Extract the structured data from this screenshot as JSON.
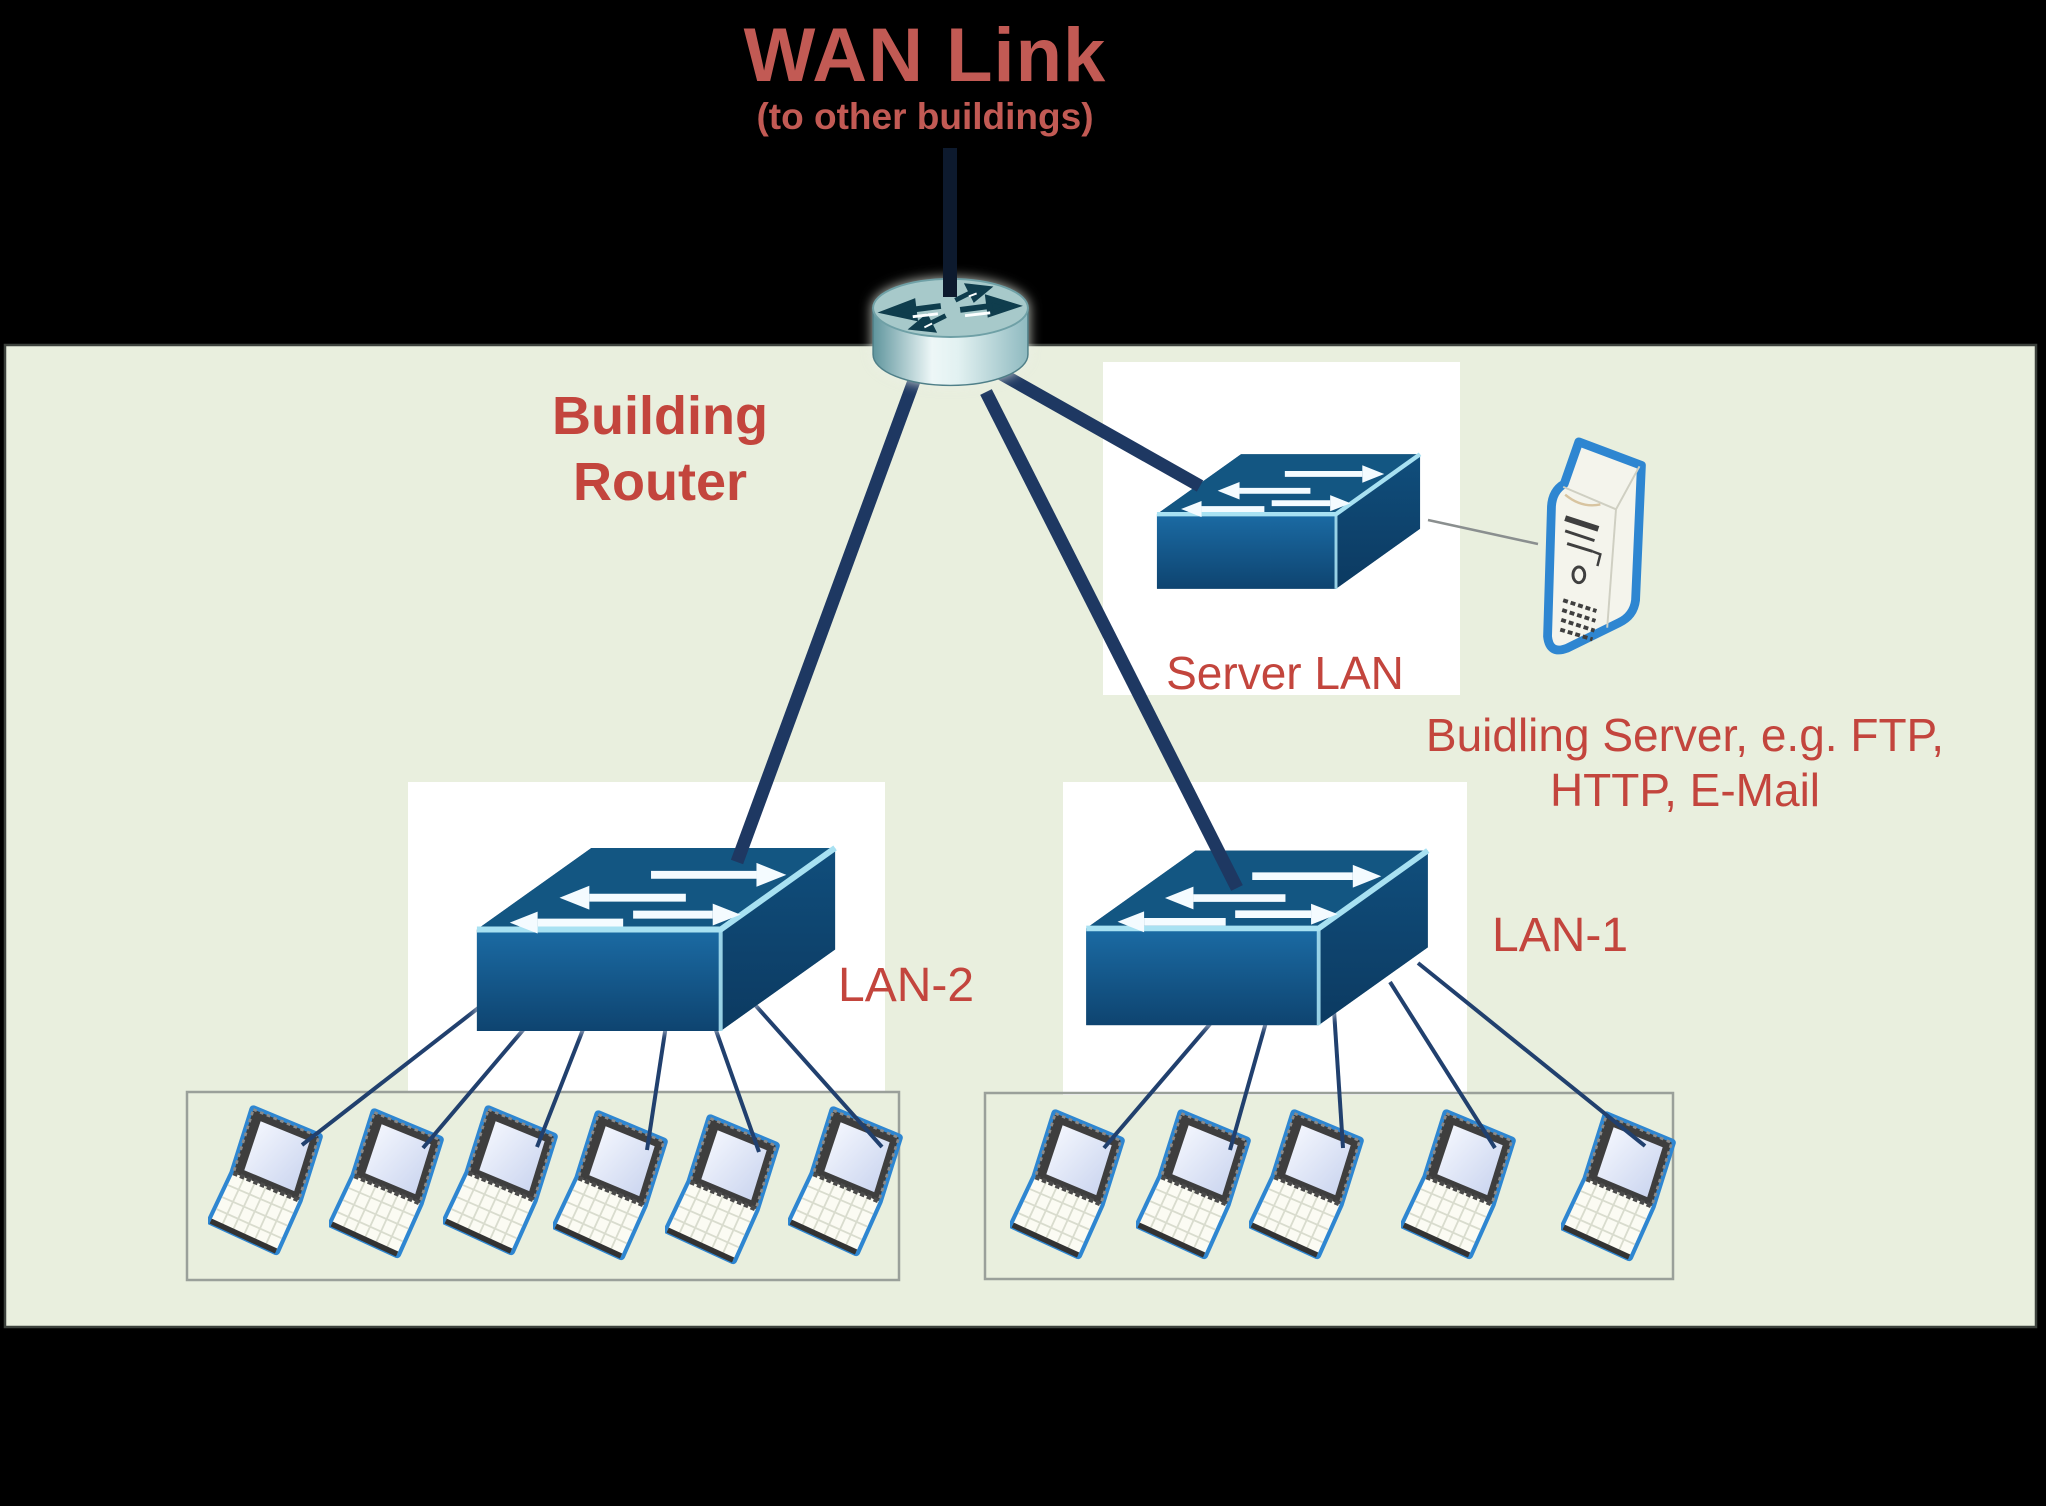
{
  "title": {
    "heading": "WAN Link",
    "subheading": "(to other buildings)"
  },
  "router": {
    "label_line1": "Building",
    "label_line2": "Router"
  },
  "server_lan": {
    "label": "Server LAN"
  },
  "lan2": {
    "label": "LAN-2",
    "workstation_count": 6
  },
  "lan1": {
    "label": "LAN-1",
    "workstation_count": 5
  },
  "building_server": {
    "caption_line1": "Buidling Server, e.g. FTP,",
    "caption_line2": "HTTP, E-Mail"
  },
  "icons": {
    "router": "cisco-router-cylinder-icon",
    "switch": "lan-switch-icon",
    "laptop": "workstation-laptop-icon",
    "server": "tower-server-icon"
  },
  "colors": {
    "background": "#000000",
    "panel_green": "#E9EFDE",
    "heading_red": "#C25A54",
    "label_red": "#C3453D",
    "link_navy": "#21406E",
    "link_navy_thick": "#1E3862",
    "switch_blue": "#135682",
    "outline_blue": "#2E86D1",
    "box_white": "#FFFFFF"
  }
}
